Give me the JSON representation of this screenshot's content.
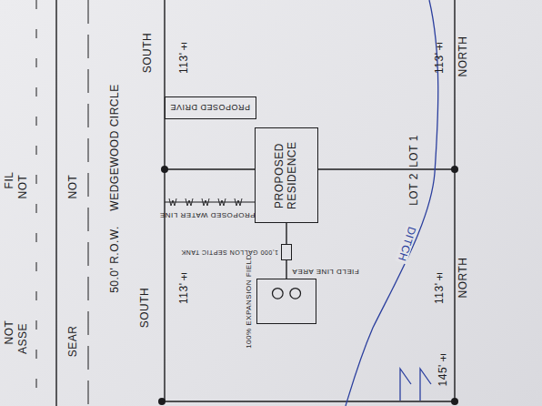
{
  "diagram": {
    "nodes": [
      {
        "text": [
          "PROPOSED DRIVE"
        ]
      },
      {
        "text": [
          "PROPOSED RESIDENCE"
        ]
      },
      {
        "text": [
          "1,000 GALLON SEPTIC TANK"
        ]
      },
      {
        "text": [
          "FIELD LINE AREA",
          "100% EXPANSION FIELD"
        ]
      }
    ],
    "edges": [
      {
        "from": 1,
        "to": 2,
        "arrow": "none"
      },
      {
        "from": 2,
        "to": 3,
        "arrow": "none"
      }
    ],
    "labels": [
      "NORTH",
      "113'±",
      "SOUTH",
      "113'±",
      "LOT 1",
      "LOT 2",
      "WEDGEWOOD CIRCLE",
      "PROPOSED WATER LINE",
      "DITCH",
      "50.0' R.O.W.",
      "SOUTH",
      "113'±",
      "NORTH",
      "113'±",
      "145'±",
      "FIL",
      "NOT",
      "NOT",
      "NOT",
      "ASSE",
      "SEAR"
    ]
  }
}
